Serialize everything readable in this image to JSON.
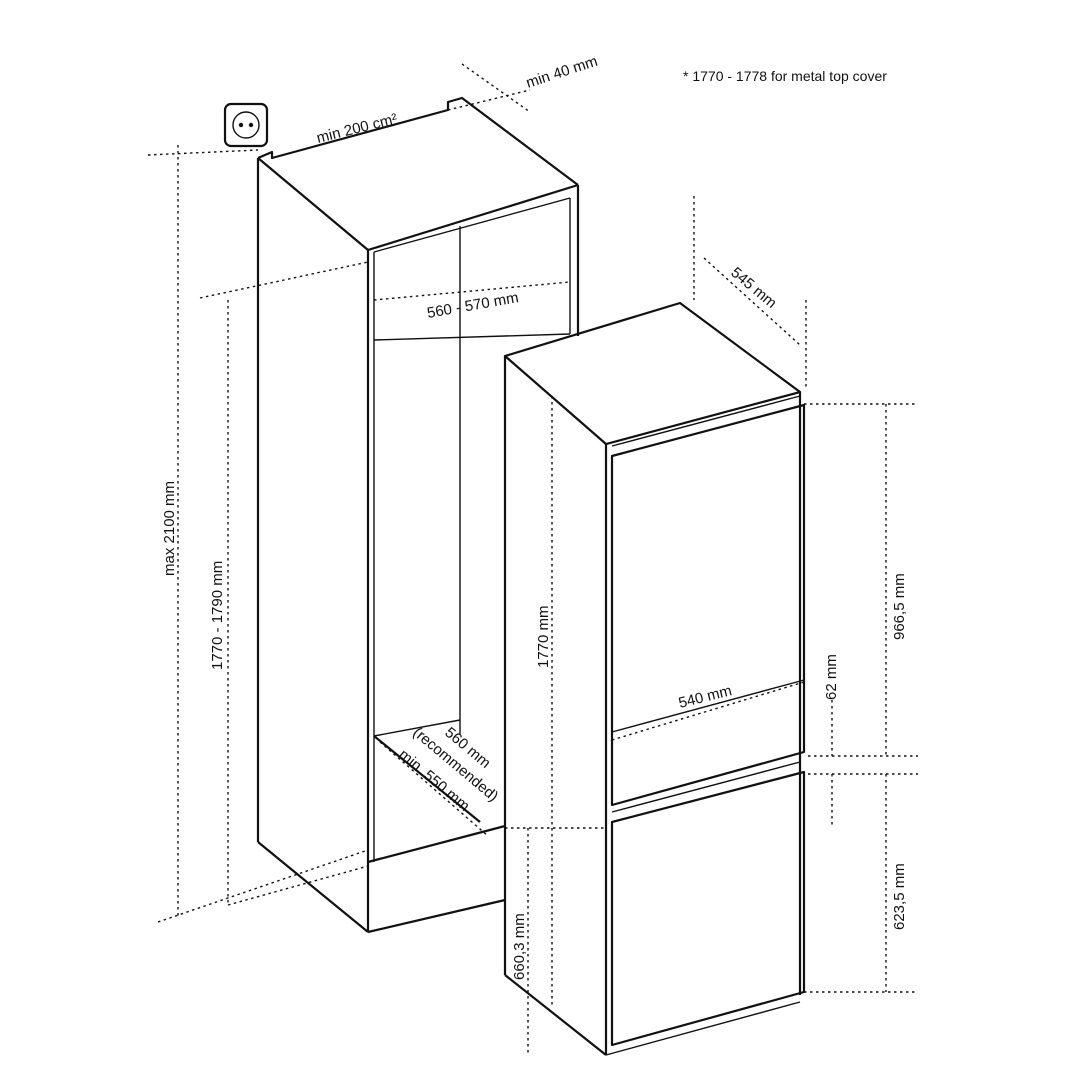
{
  "footnote": "* 1770 - 1778 for metal top cover",
  "dimensions": {
    "top_gap": "min 40 mm",
    "vent_area": "min 200 cm²",
    "max_height": "max 2100 mm",
    "niche_height": "1770 - 1790 mm",
    "niche_width": "560 - 570 mm",
    "niche_depth": "560 mm",
    "niche_depth_note": "(recommended)",
    "niche_depth_min": "min. 550 mm",
    "appliance_depth": "545 mm",
    "appliance_height": "1770 mm",
    "appliance_width": "540 mm",
    "upper_door_height": "966,5 mm",
    "door_gap": "62 mm",
    "lower_door_height": "623,5 mm",
    "plinth_height": "660,3 mm"
  },
  "icons": [
    "power-socket-icon"
  ]
}
